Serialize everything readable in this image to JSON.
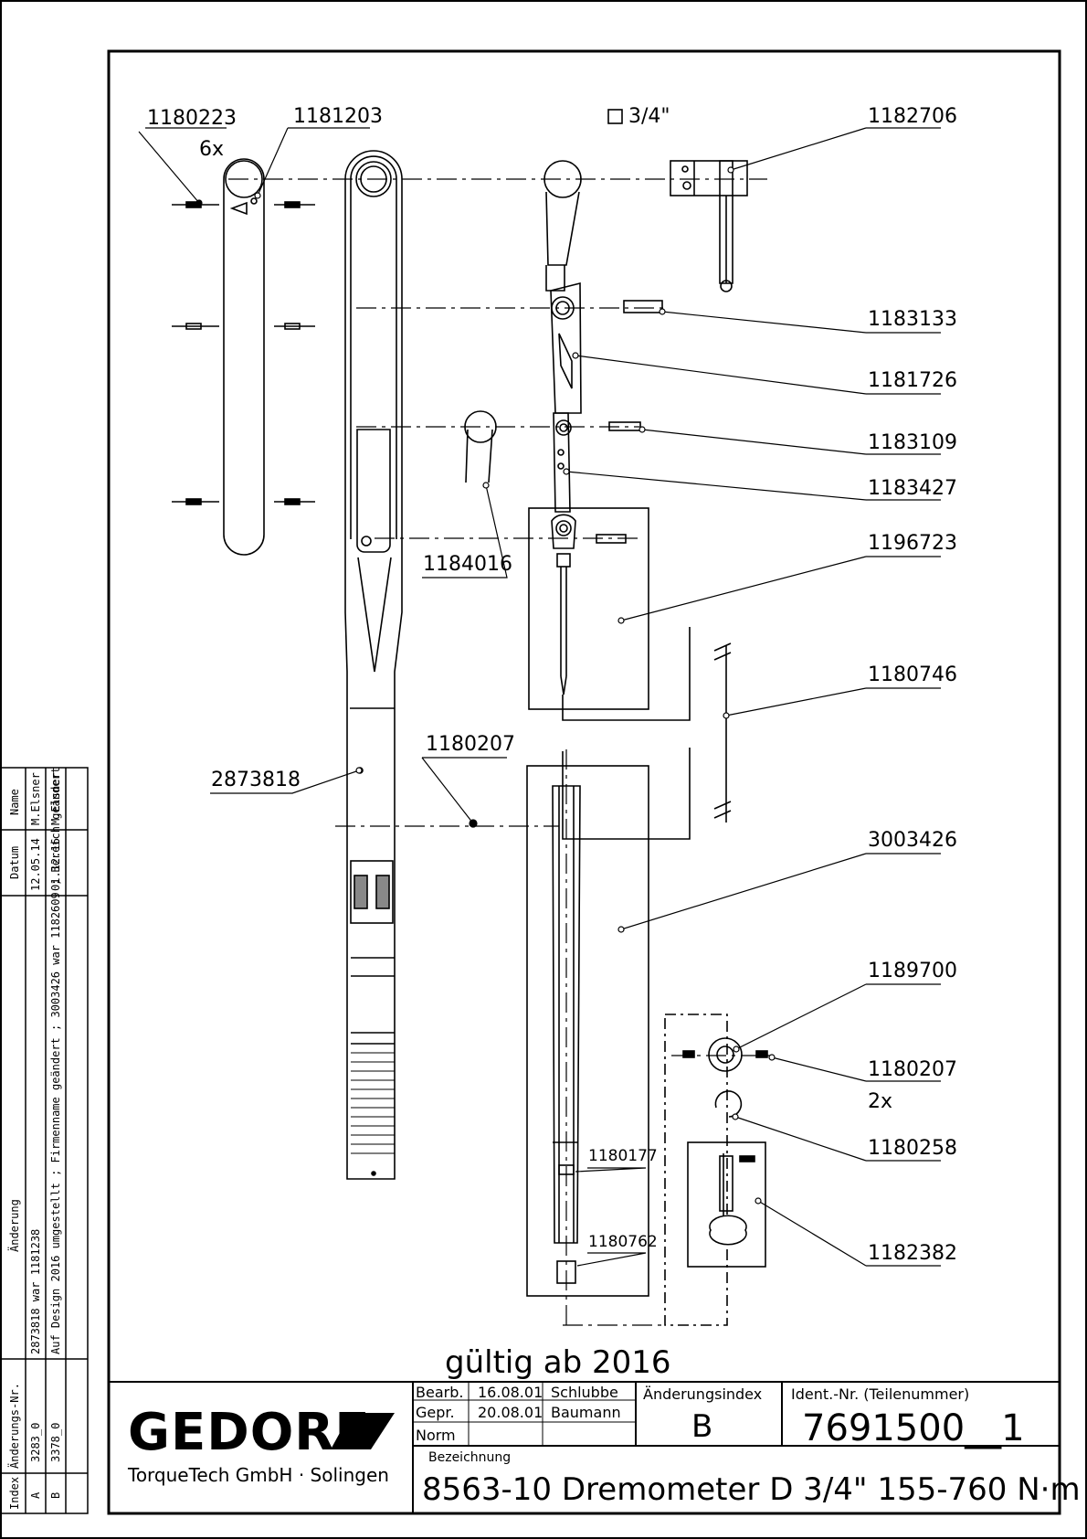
{
  "labels": {
    "p1180223": "1180223",
    "qty_6x": "6x",
    "p1181203": "1181203",
    "square_drive": "3/4\"",
    "p1182706": "1182706",
    "p1183133": "1183133",
    "p1181726": "1181726",
    "p1183109": "1183109",
    "p1183427": "1183427",
    "p1196723": "1196723",
    "p1184016": "1184016",
    "p1180746": "1180746",
    "p1180207a": "1180207",
    "p2873818": "2873818",
    "p3003426": "3003426",
    "p1189700": "1189700",
    "p1180207b": "1180207",
    "qty_2x": "2x",
    "p1180258": "1180258",
    "p1180177": "1180177",
    "p1180762": "1180762",
    "p1182382": "1182382"
  },
  "validity_note": "gültig ab 2016",
  "title_block": {
    "company_logo": "GEDORE",
    "company_sub": "TorqueTech GmbH · Solingen",
    "rows": [
      {
        "role": "Bearb.",
        "date": "16.08.01",
        "name": "Schlubbe"
      },
      {
        "role": "Gepr.",
        "date": "20.08.01",
        "name": "Baumann"
      },
      {
        "role": "Norm",
        "date": "",
        "name": ""
      }
    ],
    "change_index_label": "Änderungsindex",
    "change_index_value": "B",
    "ident_label": "Ident.-Nr.  (Teilenummer)",
    "ident_value": "7691500__1",
    "designation_label": "Bezeichnung",
    "designation_value": "8563-10 Dremometer D 3/4\"  155-760 N·m"
  },
  "revision_table": {
    "headers": {
      "index": "Index",
      "number": "Änderungs-Nr.",
      "change": "Änderung",
      "date": "Datum",
      "name": "Name"
    },
    "rows": [
      {
        "index": "A",
        "number": "3283_0",
        "change": "2873818 war 1181238",
        "date": "12.05.14",
        "name": "M.Elsner"
      },
      {
        "index": "B",
        "number": "3378_0",
        "change": "Auf Design 2016 umgestellt ; Firmenname geändert ; 3003426 war 1182609 ; Bereich geändert",
        "date": "01.12.16",
        "name": "M.Elsner"
      }
    ]
  }
}
